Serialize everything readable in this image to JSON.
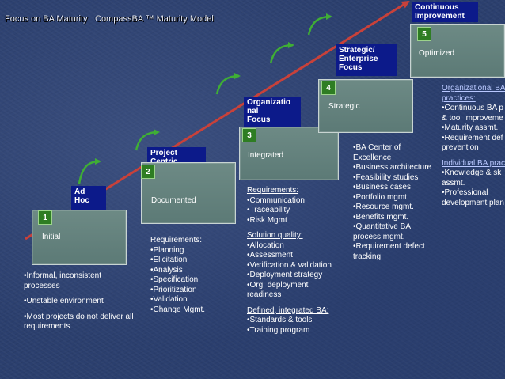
{
  "header": {
    "title": "Focus on BA Maturity",
    "subtitle": "CompassBA ™ Maturity Model"
  },
  "stages": [
    {
      "number": "1",
      "box_label": "Initial",
      "focus_label": "Ad\nHoc",
      "notes": [
        {
          "type": "item",
          "text": "•Informal, inconsistent\nprocesses"
        },
        {
          "type": "gap"
        },
        {
          "type": "item",
          "text": "•Unstable environment"
        },
        {
          "type": "gap"
        },
        {
          "type": "item",
          "text": "•Most projects do not deliver all\nrequirements"
        }
      ]
    },
    {
      "number": "2",
      "box_label": "Documented",
      "focus_label": "Project\nCentric",
      "notes": [
        {
          "type": "item",
          "text": "Requirements:"
        },
        {
          "type": "item",
          "text": "•Planning"
        },
        {
          "type": "item",
          "text": "•Elicitation"
        },
        {
          "type": "item",
          "text": "•Analysis"
        },
        {
          "type": "item",
          "text": "•Specification"
        },
        {
          "type": "item",
          "text": "•Prioritization"
        },
        {
          "type": "item",
          "text": "•Validation"
        },
        {
          "type": "item",
          "text": "•Change Mgmt."
        }
      ]
    },
    {
      "number": "3",
      "box_label": "Integrated",
      "focus_label": "Organizatio\nnal\nFocus",
      "notes": [
        {
          "type": "hdr",
          "text": "Requirements:"
        },
        {
          "type": "item",
          "text": "•Communication"
        },
        {
          "type": "item",
          "text": "•Traceability"
        },
        {
          "type": "item",
          "text": "•Risk Mgmt"
        },
        {
          "type": "gap"
        },
        {
          "type": "hdr",
          "text": "Solution quality:"
        },
        {
          "type": "item",
          "text": "•Allocation"
        },
        {
          "type": "item",
          "text": "•Assessment"
        },
        {
          "type": "item",
          "text": "•Verification & validation"
        },
        {
          "type": "item",
          "text": "•Deployment strategy"
        },
        {
          "type": "item",
          "text": "•Org. deployment\nreadiness"
        },
        {
          "type": "gap"
        },
        {
          "type": "hdr",
          "text": "Defined, integrated BA:"
        },
        {
          "type": "item",
          "text": "•Standards & tools"
        },
        {
          "type": "item",
          "text": "•Training program"
        }
      ]
    },
    {
      "number": "4",
      "box_label": "Strategic",
      "focus_label": "Strategic/\nEnterprise\nFocus",
      "notes": [
        {
          "type": "item",
          "text": "•BA Center of\nExcellence"
        },
        {
          "type": "item",
          "text": "•Business architecture"
        },
        {
          "type": "item",
          "text": "•Feasibility studies"
        },
        {
          "type": "item",
          "text": "•Business cases"
        },
        {
          "type": "item",
          "text": "•Portfolio mgmt."
        },
        {
          "type": "item",
          "text": "•Resource mgmt."
        },
        {
          "type": "item",
          "text": "•Benefits mgmt."
        },
        {
          "type": "item",
          "text": "•Quantitative BA\nprocess mgmt."
        },
        {
          "type": "item",
          "text": "•Requirement defect\ntracking"
        }
      ]
    },
    {
      "number": "5",
      "box_label": "Optimized",
      "focus_label": "Continuous\nImprovement",
      "notes": [
        {
          "type": "hdr",
          "text": "Organizational BA\npractices:"
        },
        {
          "type": "item",
          "text": "•Continuous BA p\n& tool improveme"
        },
        {
          "type": "item",
          "text": "•Maturity assmt."
        },
        {
          "type": "item",
          "text": "•Requirement def\nprevention"
        },
        {
          "type": "gap"
        },
        {
          "type": "hdr",
          "text": "Individual BA prac"
        },
        {
          "type": "item",
          "text": "•Knowledge & sk\nassmt."
        },
        {
          "type": "item",
          "text": "•Professional\ndevelopment plan"
        }
      ]
    }
  ],
  "colors": {
    "background": "#2b3f6e",
    "stage_box": "#6d8a85",
    "badge": "#2e7d23",
    "focus_label": "#0c1a8a",
    "diagonal_arrow": "#c8413a",
    "step_arrows": "#3fae35",
    "notes_header_stage5": "#b9c8ff"
  }
}
